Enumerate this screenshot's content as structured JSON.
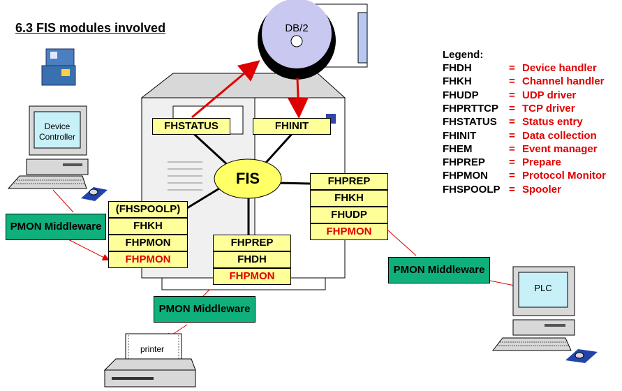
{
  "title": "6.3   FIS modules involved",
  "database": {
    "label": "DB/2"
  },
  "hub": {
    "label": "FIS"
  },
  "top_modules": {
    "status": "FHSTATUS",
    "init": "FHINIT"
  },
  "left_stack": [
    "(FHSPOOLP)",
    "FHKH",
    "FHPMON",
    "FHPMON"
  ],
  "bottom_stack": [
    "FHPREP",
    "FHDH",
    "FHPMON"
  ],
  "right_stack": [
    "FHPREP",
    "FHKH",
    "FHUDP",
    "FHPMON"
  ],
  "middleware": {
    "left": "PMON Middleware",
    "bottom": "PMON Middleware",
    "right": "PMON Middleware"
  },
  "devices": {
    "controller": "Device Controller",
    "printer": "printer",
    "plc": "PLC"
  },
  "legend": {
    "title": "Legend:",
    "items": [
      {
        "abbr": "FHDH",
        "eq": "=",
        "desc": "Device handler"
      },
      {
        "abbr": "FHKH",
        "eq": "=",
        "desc": "Channel handler"
      },
      {
        "abbr": "FHUDP",
        "eq": "=",
        "desc": "UDP driver"
      },
      {
        "abbr": "FHPRTTCP",
        "eq": "=",
        "desc": "TCP driver"
      },
      {
        "abbr": "FHSTATUS",
        "eq": "=",
        "desc": "Status entry"
      },
      {
        "abbr": "FHINIT",
        "eq": "=",
        "desc": "Data collection"
      },
      {
        "abbr": "FHEM",
        "eq": "=",
        "desc": "Event manager"
      },
      {
        "abbr": "FHPREP",
        "eq": "=",
        "desc": "Prepare"
      },
      {
        "abbr": "FHPMON",
        "eq": "=",
        "desc": "Protocol Monitor"
      },
      {
        "abbr": "FHSPOOLP",
        "eq": "=",
        "desc": "Spooler"
      }
    ]
  },
  "colors": {
    "module": "#ffff99",
    "middleware": "#0fb07c",
    "link": "#e00000",
    "hub": "#ffff66"
  }
}
